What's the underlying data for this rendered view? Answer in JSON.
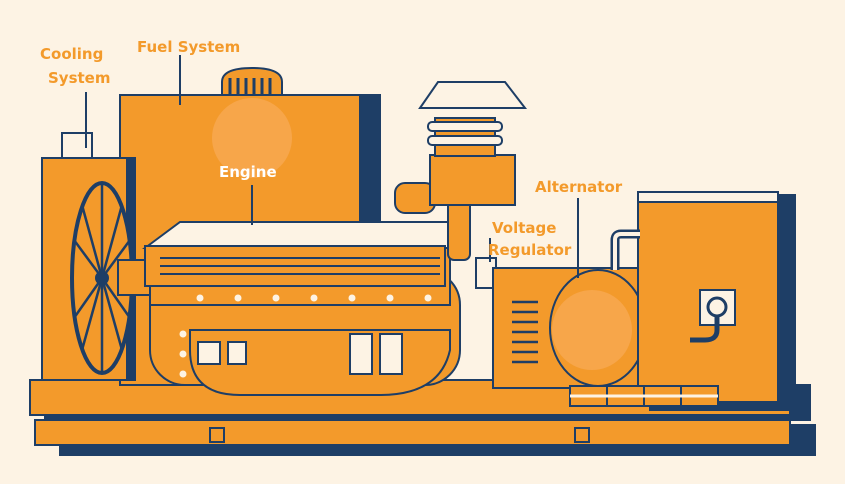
{
  "colors": {
    "background": "#fdf3e4",
    "orange": "#f39a2b",
    "navy": "#1e3e66",
    "white": "#ffffff",
    "label_orange": "#f39a2b"
  },
  "labels": {
    "cooling_system_line1": "Cooling",
    "cooling_system_line2": "System",
    "fuel_system": "Fuel System",
    "engine": "Engine",
    "alternator": "Alternator",
    "voltage_regulator_line1": "Voltage",
    "voltage_regulator_line2": "Regulator"
  }
}
